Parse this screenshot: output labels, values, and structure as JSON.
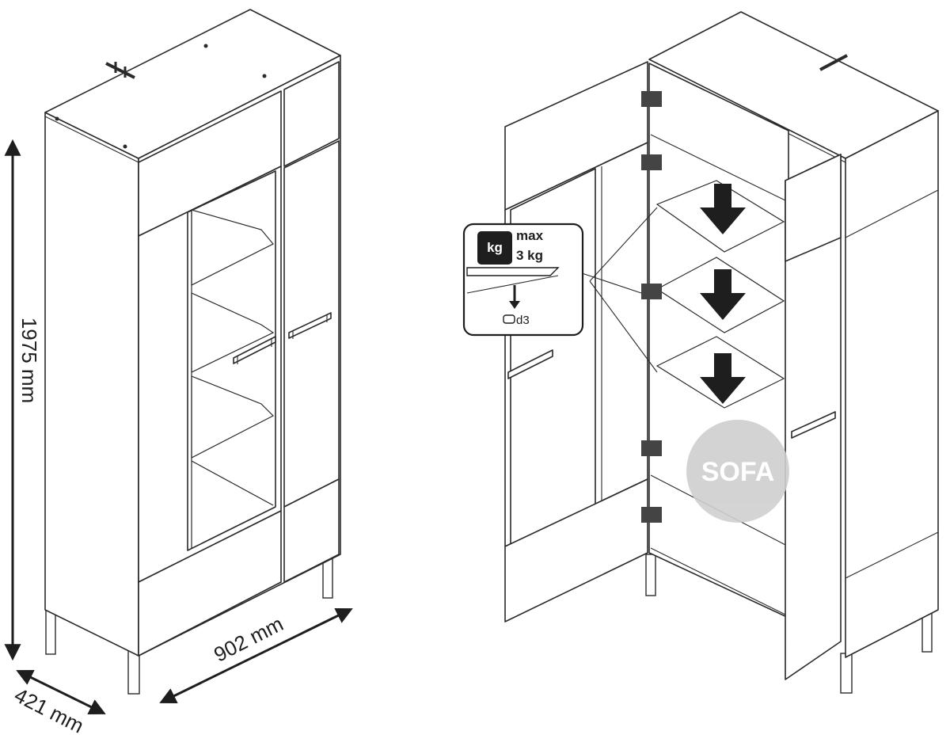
{
  "dimensions": {
    "height_label": "1975 mm",
    "width_label": "902 mm",
    "depth_label": "421 mm"
  },
  "load_callout": {
    "weight_badge": "kg",
    "max_line1": "max",
    "max_line2": "3 kg",
    "screw_label": "d3"
  },
  "watermark": {
    "text": "SOFA"
  },
  "colors": {
    "line": "#2a2a2a",
    "arrow_fill": "#1e1e1e",
    "watermark": "#cfcfcf"
  }
}
